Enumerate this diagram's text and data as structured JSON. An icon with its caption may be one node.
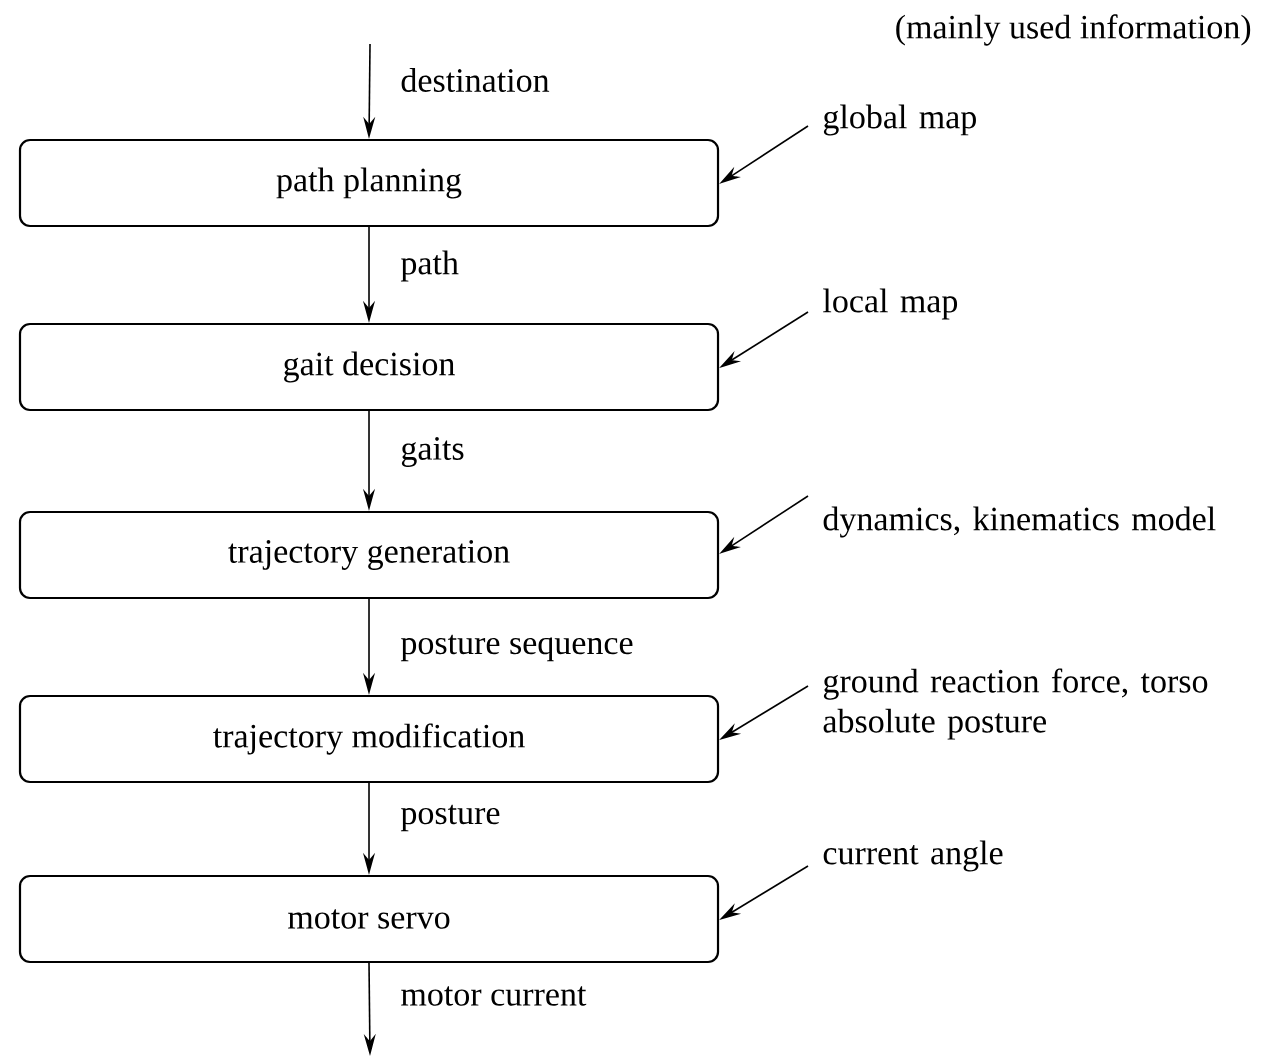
{
  "diagram": {
    "nodes": [
      {
        "text": [
          "path planning"
        ]
      },
      {
        "text": [
          "gait decision"
        ]
      },
      {
        "text": [
          "trajectory generation"
        ]
      },
      {
        "text": [
          "trajectory modification"
        ]
      },
      {
        "text": [
          "motor servo"
        ]
      },
      {
        "text": [
          "global map"
        ]
      },
      {
        "text": [
          "local map"
        ]
      },
      {
        "text": [
          "dynamics, kinematics model"
        ]
      },
      {
        "text": [
          "ground reaction force, torso absolute posture"
        ]
      },
      {
        "text": [
          "current angle"
        ]
      }
    ],
    "edges": [
      {
        "from": null,
        "to": 0,
        "arrow": "to",
        "label": "destination"
      },
      {
        "from": 0,
        "to": 1,
        "arrow": "to",
        "label": "path"
      },
      {
        "from": 1,
        "to": 2,
        "arrow": "to",
        "label": "gaits"
      },
      {
        "from": 2,
        "to": 3,
        "arrow": "to",
        "label": "posture sequence"
      },
      {
        "from": 3,
        "to": 4,
        "arrow": "to",
        "label": "posture"
      },
      {
        "from": 4,
        "to": null,
        "arrow": "to",
        "label": "motor current"
      },
      {
        "from": 5,
        "to": 0,
        "arrow": "to"
      },
      {
        "from": 6,
        "to": 1,
        "arrow": "to"
      },
      {
        "from": 7,
        "to": 2,
        "arrow": "to"
      },
      {
        "from": 8,
        "to": 3,
        "arrow": "to"
      },
      {
        "from": 9,
        "to": 4,
        "arrow": "to"
      }
    ],
    "labels": [
      "(mainly used information)"
    ]
  }
}
